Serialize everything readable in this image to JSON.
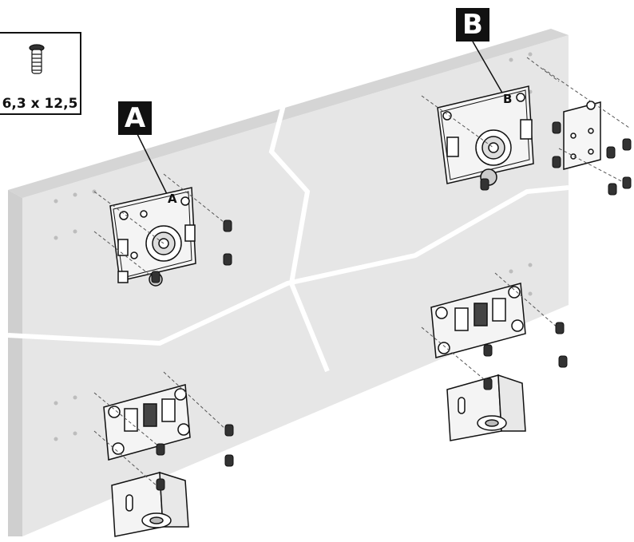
{
  "labels": {
    "a": "A",
    "b": "B"
  },
  "parts": {
    "a_letter": "A",
    "b_letter": "B"
  },
  "legend": {
    "screw_size": "6,3 x 12,5",
    "icon": "screw-icon"
  },
  "colors": {
    "panel_face": "#e6e6e6",
    "panel_edge": "#d2d2d2",
    "crack": "#ffffff",
    "label_bg": "#111111",
    "line": "#111111"
  }
}
